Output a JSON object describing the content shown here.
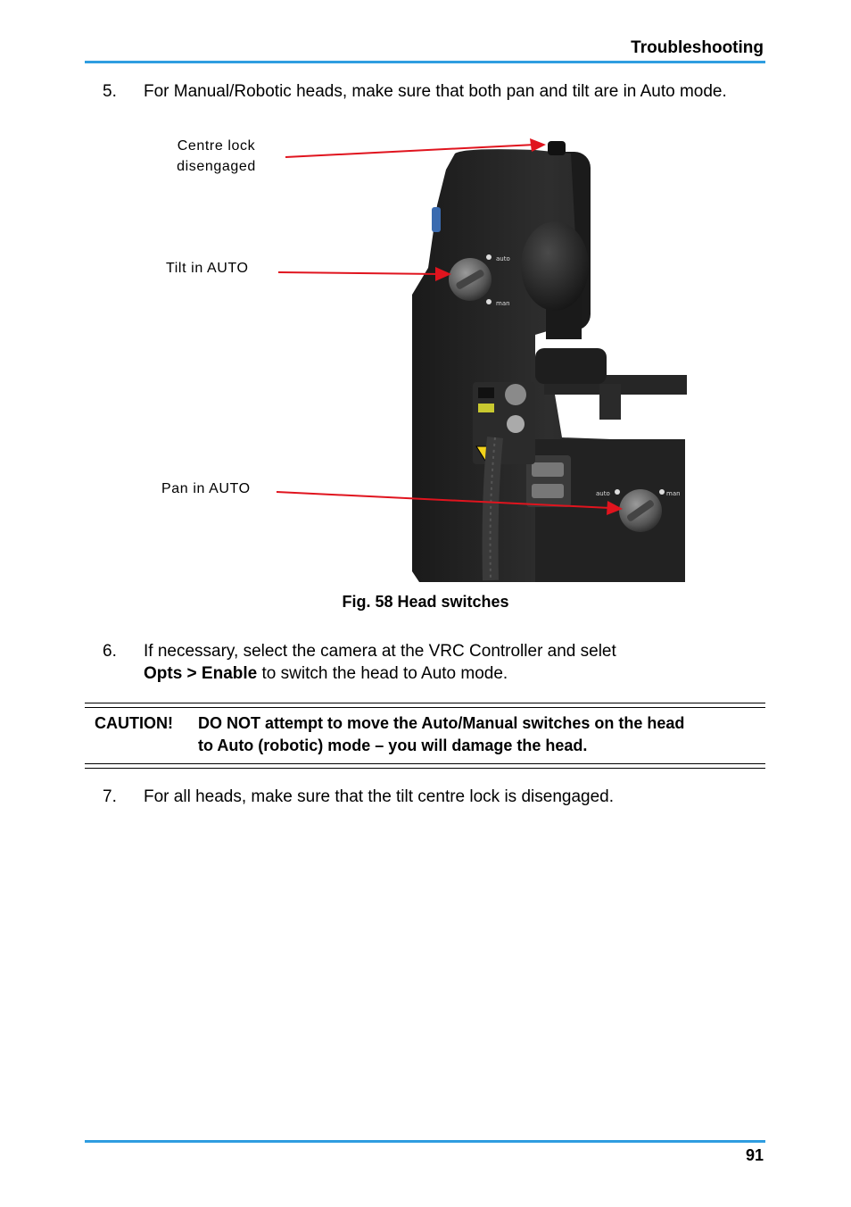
{
  "header": {
    "title": "Troubleshooting"
  },
  "steps": [
    {
      "num": "5.",
      "text": "For Manual/Robotic heads, make sure that both pan and tilt are in Auto mode."
    },
    {
      "num": "6.",
      "line1": "If necessary, select the camera at the VRC Controller and selet",
      "line2_bold": "Opts > Enable",
      "line2_rest": " to switch the head to Auto mode."
    },
    {
      "num": "7.",
      "text": "For all heads, make sure that the tilt centre lock is disengaged."
    }
  ],
  "figure": {
    "callouts": {
      "centre_lock_line1": "Centre lock",
      "centre_lock_line2": "disengaged",
      "tilt": "Tilt in AUTO",
      "pan": "Pan in AUTO"
    },
    "device_labels": {
      "auto": "auto",
      "man": "man"
    },
    "caption": "Fig. 58  Head switches",
    "arrow_color": "#e0141e"
  },
  "caution": {
    "label": "CAUTION!",
    "line1": "DO NOT attempt to move the Auto/Manual switches on the head",
    "line2": "to Auto (robotic) mode – you will damage the head."
  },
  "footer": {
    "page_number": "91"
  },
  "colors": {
    "accent": "#2f9de0"
  }
}
